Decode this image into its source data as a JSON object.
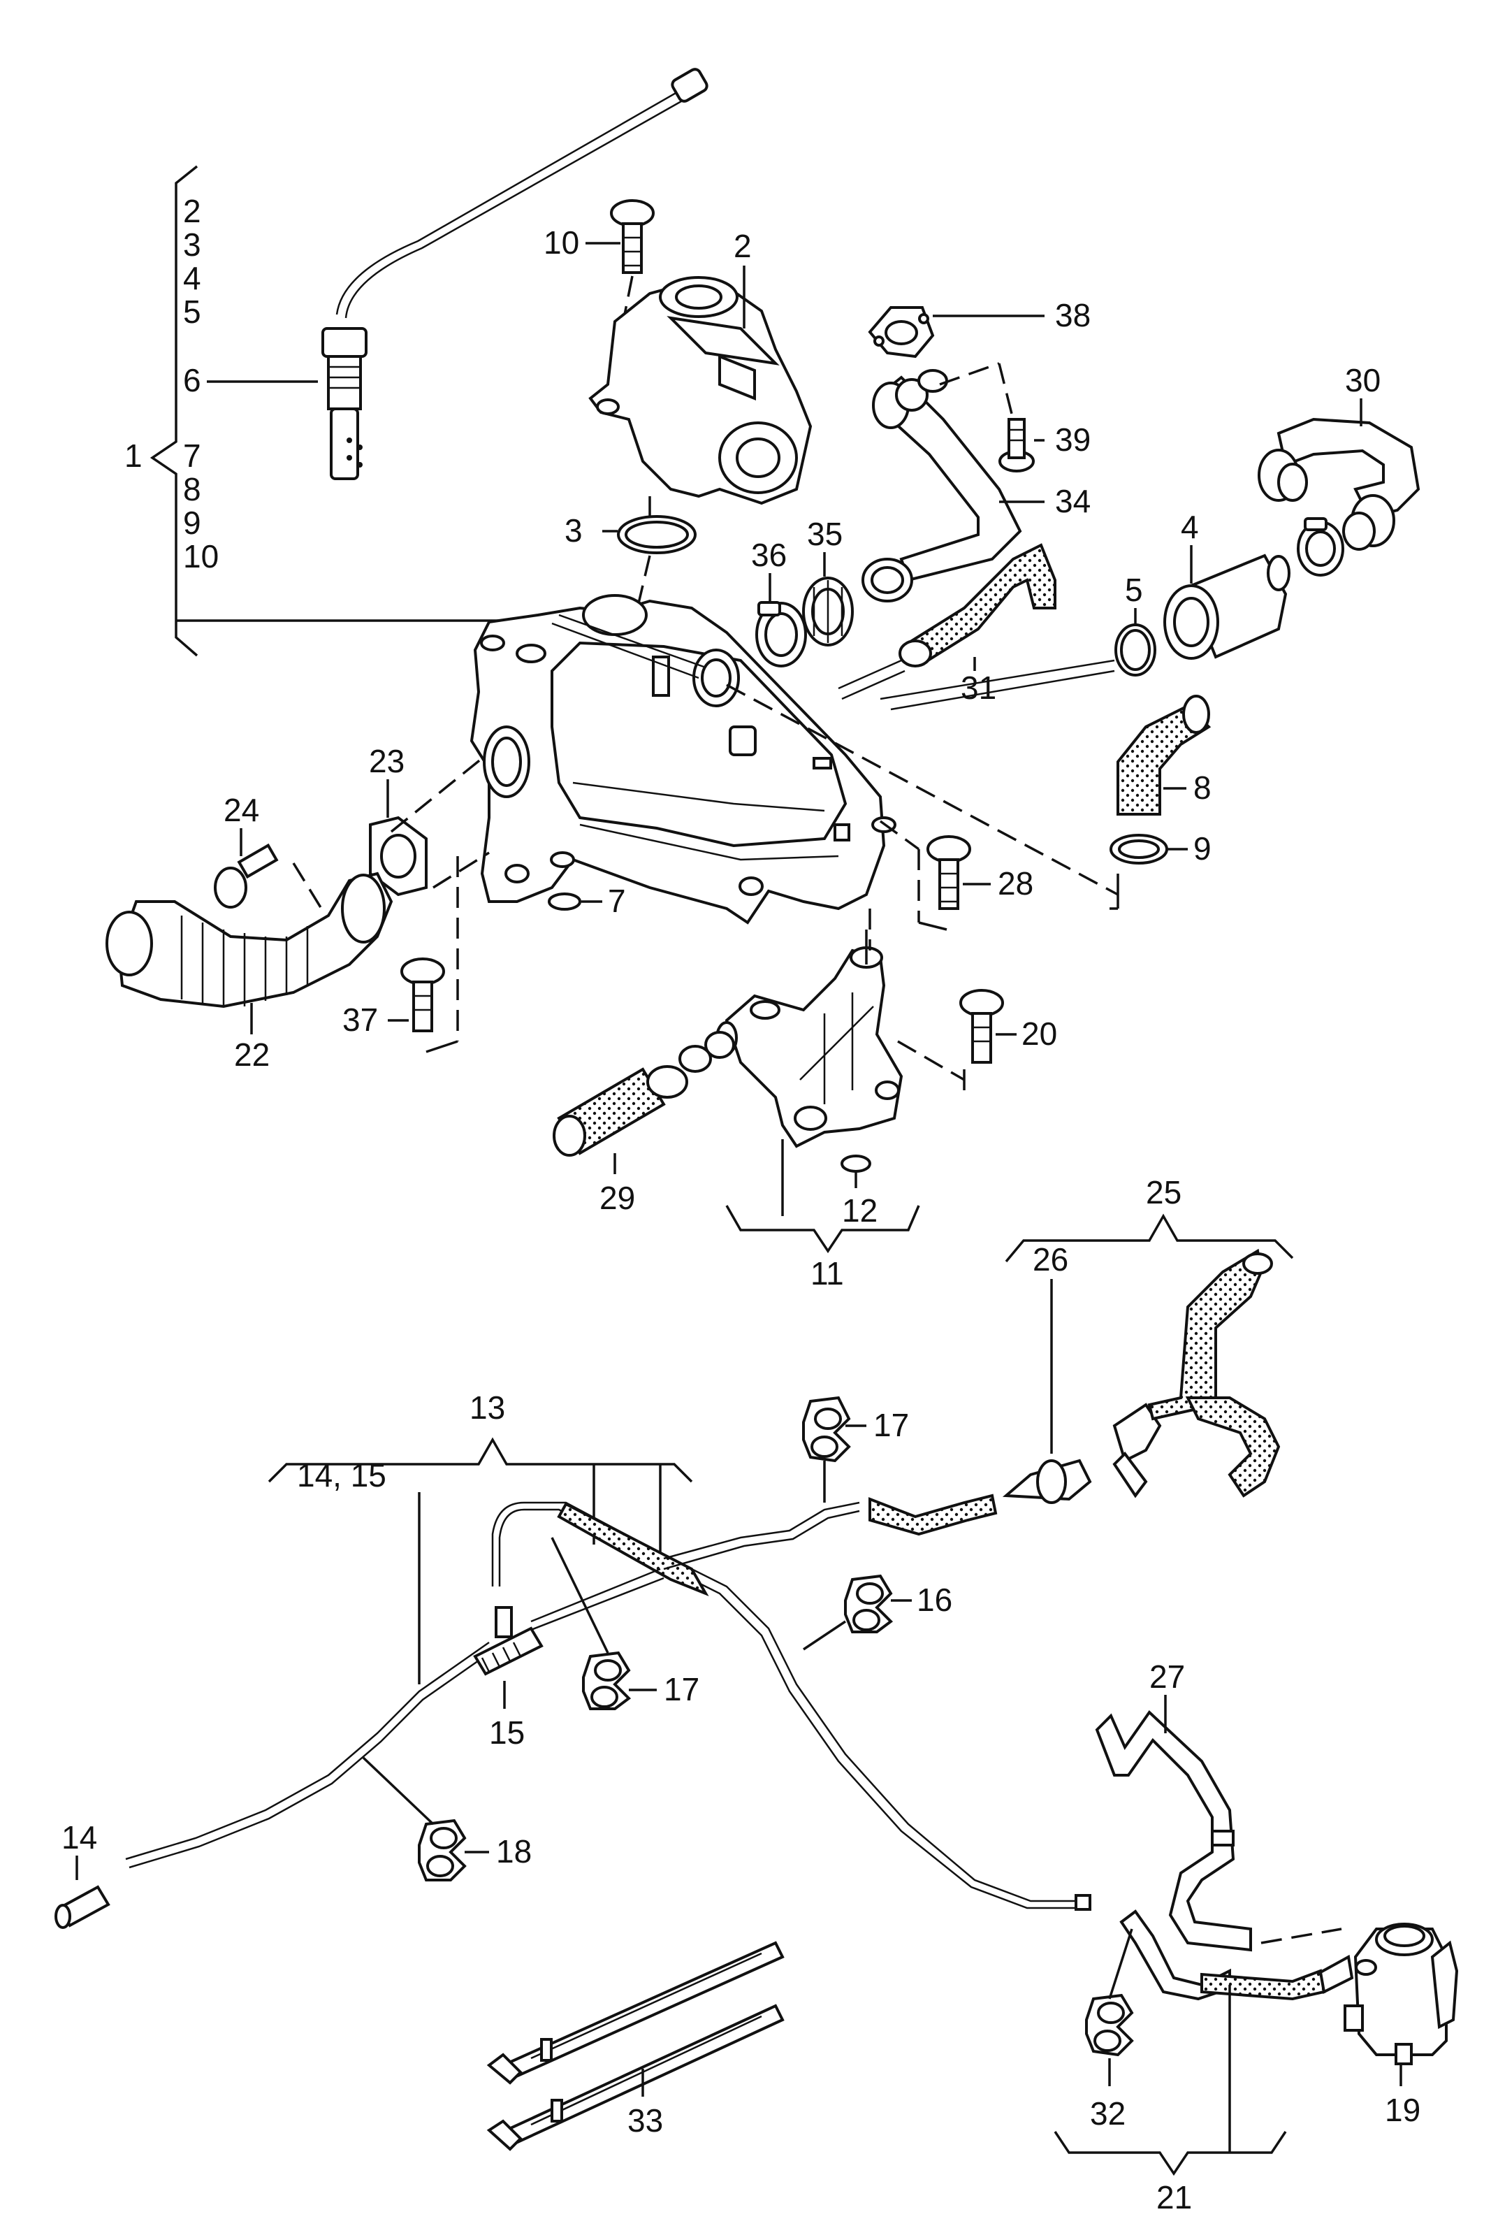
{
  "title": "",
  "labels": {
    "p1": "1",
    "p2": "2",
    "p3": "3",
    "p4": "4",
    "p5": "5",
    "p6": "6",
    "p7": "7",
    "p8": "8",
    "p9": "9",
    "p10": "10",
    "p11": "11",
    "p12": "12",
    "p13": "13",
    "p14": "14",
    "p14_15": "14, 15",
    "p15": "15",
    "p16": "16",
    "p17a": "17",
    "p17b": "17",
    "p18": "18",
    "p19": "19",
    "p20": "20",
    "p21": "21",
    "p22": "22",
    "p23": "23",
    "p24": "24",
    "p25": "25",
    "p26": "26",
    "p27": "27",
    "p28": "28",
    "p29": "29",
    "p30": "30",
    "p31": "31",
    "p32": "32",
    "p33": "33",
    "p34": "34",
    "p35": "35",
    "p36": "36",
    "p37": "37",
    "p38": "38",
    "p39": "39"
  },
  "group1_list": [
    "2",
    "3",
    "4",
    "5",
    "6",
    "7",
    "8",
    "9",
    "10"
  ]
}
